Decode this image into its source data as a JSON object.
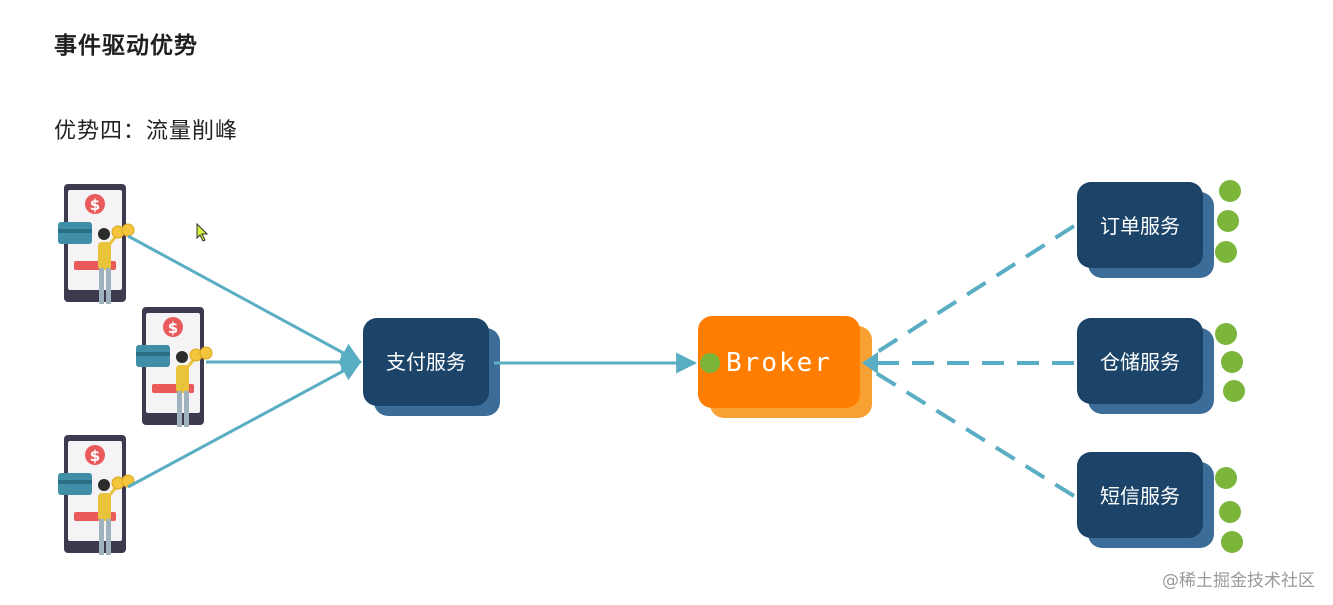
{
  "title": "事件驱动优势",
  "subtitle": "优势四：流量削峰",
  "watermark": "@稀土掘金技术社区",
  "icons": {
    "client": "person-paying-with-phone-icon",
    "currency": "dollar-sign-icon",
    "coin": "coin-icon",
    "queue_item": "message-dot-icon",
    "cursor": "mouse-cursor-icon"
  },
  "colors": {
    "service_box": "#1c4469",
    "broker_box": "#ff8a00",
    "solid_link": "#5aaec3",
    "dashed_link": "#5aaec3",
    "message_dot": "#7bb53a",
    "phone_frame": "#3d3a4f"
  },
  "nodes": {
    "payment": {
      "label": "支付服务"
    },
    "broker": {
      "label": "Broker"
    },
    "order": {
      "label": "订单服务"
    },
    "storage": {
      "label": "仓储服务"
    },
    "sms": {
      "label": "短信服务"
    }
  }
}
